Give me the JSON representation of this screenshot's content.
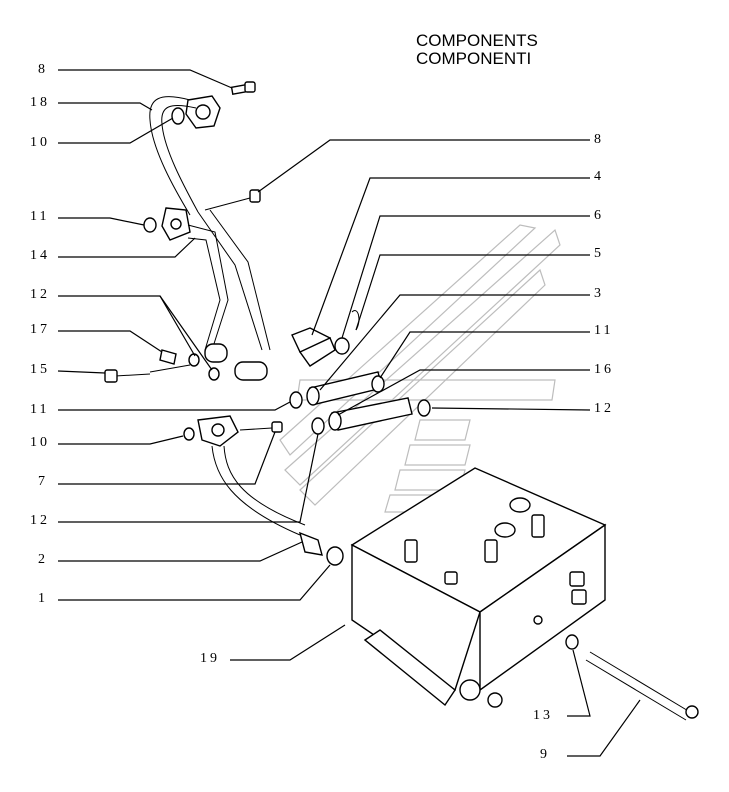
{
  "title": {
    "line1": "COMPONENTS",
    "line2": "COMPONENTI"
  },
  "callouts": [
    {
      "id": "c8a",
      "label": "8"
    },
    {
      "id": "c18",
      "label": "18"
    },
    {
      "id": "c10a",
      "label": "10"
    },
    {
      "id": "c8b",
      "label": "8"
    },
    {
      "id": "c4",
      "label": "4"
    },
    {
      "id": "c6",
      "label": "6"
    },
    {
      "id": "c11a",
      "label": "11"
    },
    {
      "id": "c14",
      "label": "14"
    },
    {
      "id": "c5",
      "label": "5"
    },
    {
      "id": "c12a",
      "label": "12"
    },
    {
      "id": "c3",
      "label": "3"
    },
    {
      "id": "c17",
      "label": "17"
    },
    {
      "id": "c11b",
      "label": "11"
    },
    {
      "id": "c15",
      "label": "15"
    },
    {
      "id": "c16",
      "label": "16"
    },
    {
      "id": "c11c",
      "label": "11"
    },
    {
      "id": "c12b",
      "label": "12"
    },
    {
      "id": "c10b",
      "label": "10"
    },
    {
      "id": "c7",
      "label": "7"
    },
    {
      "id": "c12c",
      "label": "12"
    },
    {
      "id": "c2",
      "label": "2"
    },
    {
      "id": "c1",
      "label": "1"
    },
    {
      "id": "c19",
      "label": "19"
    },
    {
      "id": "c13",
      "label": "13"
    },
    {
      "id": "c9",
      "label": "9"
    }
  ]
}
